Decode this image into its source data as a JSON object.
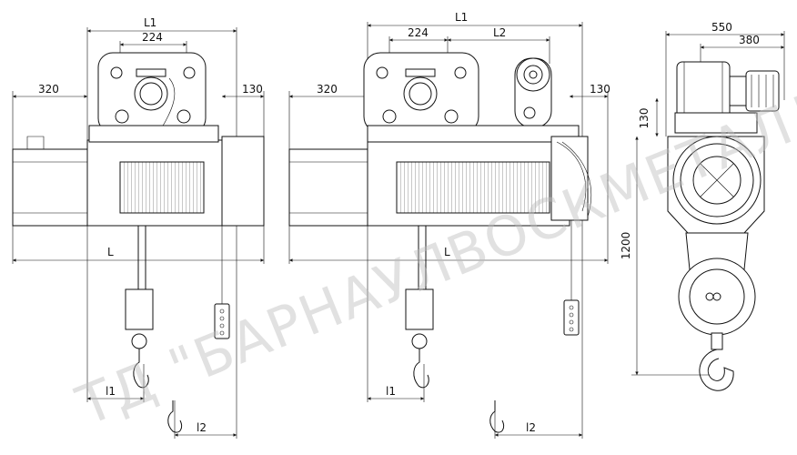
{
  "view1": {
    "dim_L1": "L1",
    "dim_224": "224",
    "dim_320": "320",
    "dim_130": "130",
    "dim_L": "L",
    "dim_l1": "l1",
    "dim_l2": "l2"
  },
  "view2": {
    "dim_L1": "L1",
    "dim_224": "224",
    "dim_L2": "L2",
    "dim_320": "320",
    "dim_130": "130",
    "dim_L": "L",
    "dim_l1": "l1",
    "dim_l2": "l2"
  },
  "view3": {
    "dim_550": "550",
    "dim_380": "380",
    "dim_130": "130",
    "dim_1200": "1200"
  },
  "watermark": {
    "text": "ТД \"БАРНАУЛВОСКМЕТАЛЛ\""
  }
}
